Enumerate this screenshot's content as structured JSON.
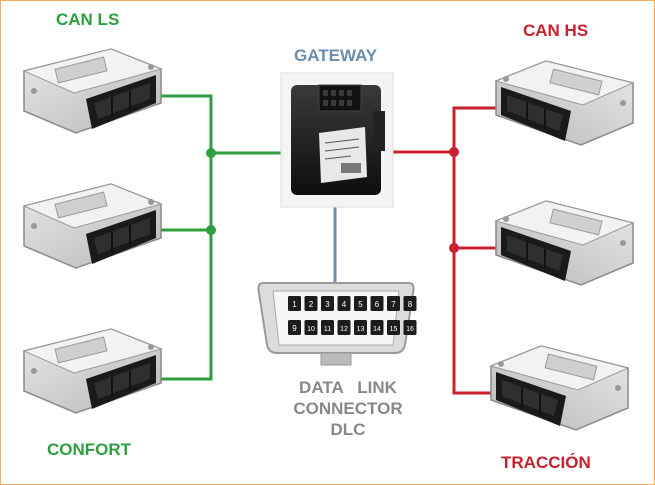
{
  "labels": {
    "can_ls": "CAN LS",
    "confort": "CONFORT",
    "can_hs": "CAN HS",
    "traccion": "TRACCIÓN",
    "gateway": "GATEWAY",
    "dlc_line1": "DATA   LINK",
    "dlc_line2": "CONNECTOR",
    "dlc_line3": "DLC"
  },
  "dlc_pins_top": [
    "1",
    "2",
    "3",
    "4",
    "5",
    "6",
    "7",
    "8"
  ],
  "dlc_pins_bottom": [
    "9",
    "10",
    "11",
    "12",
    "13",
    "14",
    "15",
    "16"
  ],
  "colors": {
    "can_ls": "#2e9e3e",
    "can_hs": "#c8202e",
    "gateway": "#6b8cad",
    "dlc_text": "#888888",
    "border": "#f0b060"
  }
}
